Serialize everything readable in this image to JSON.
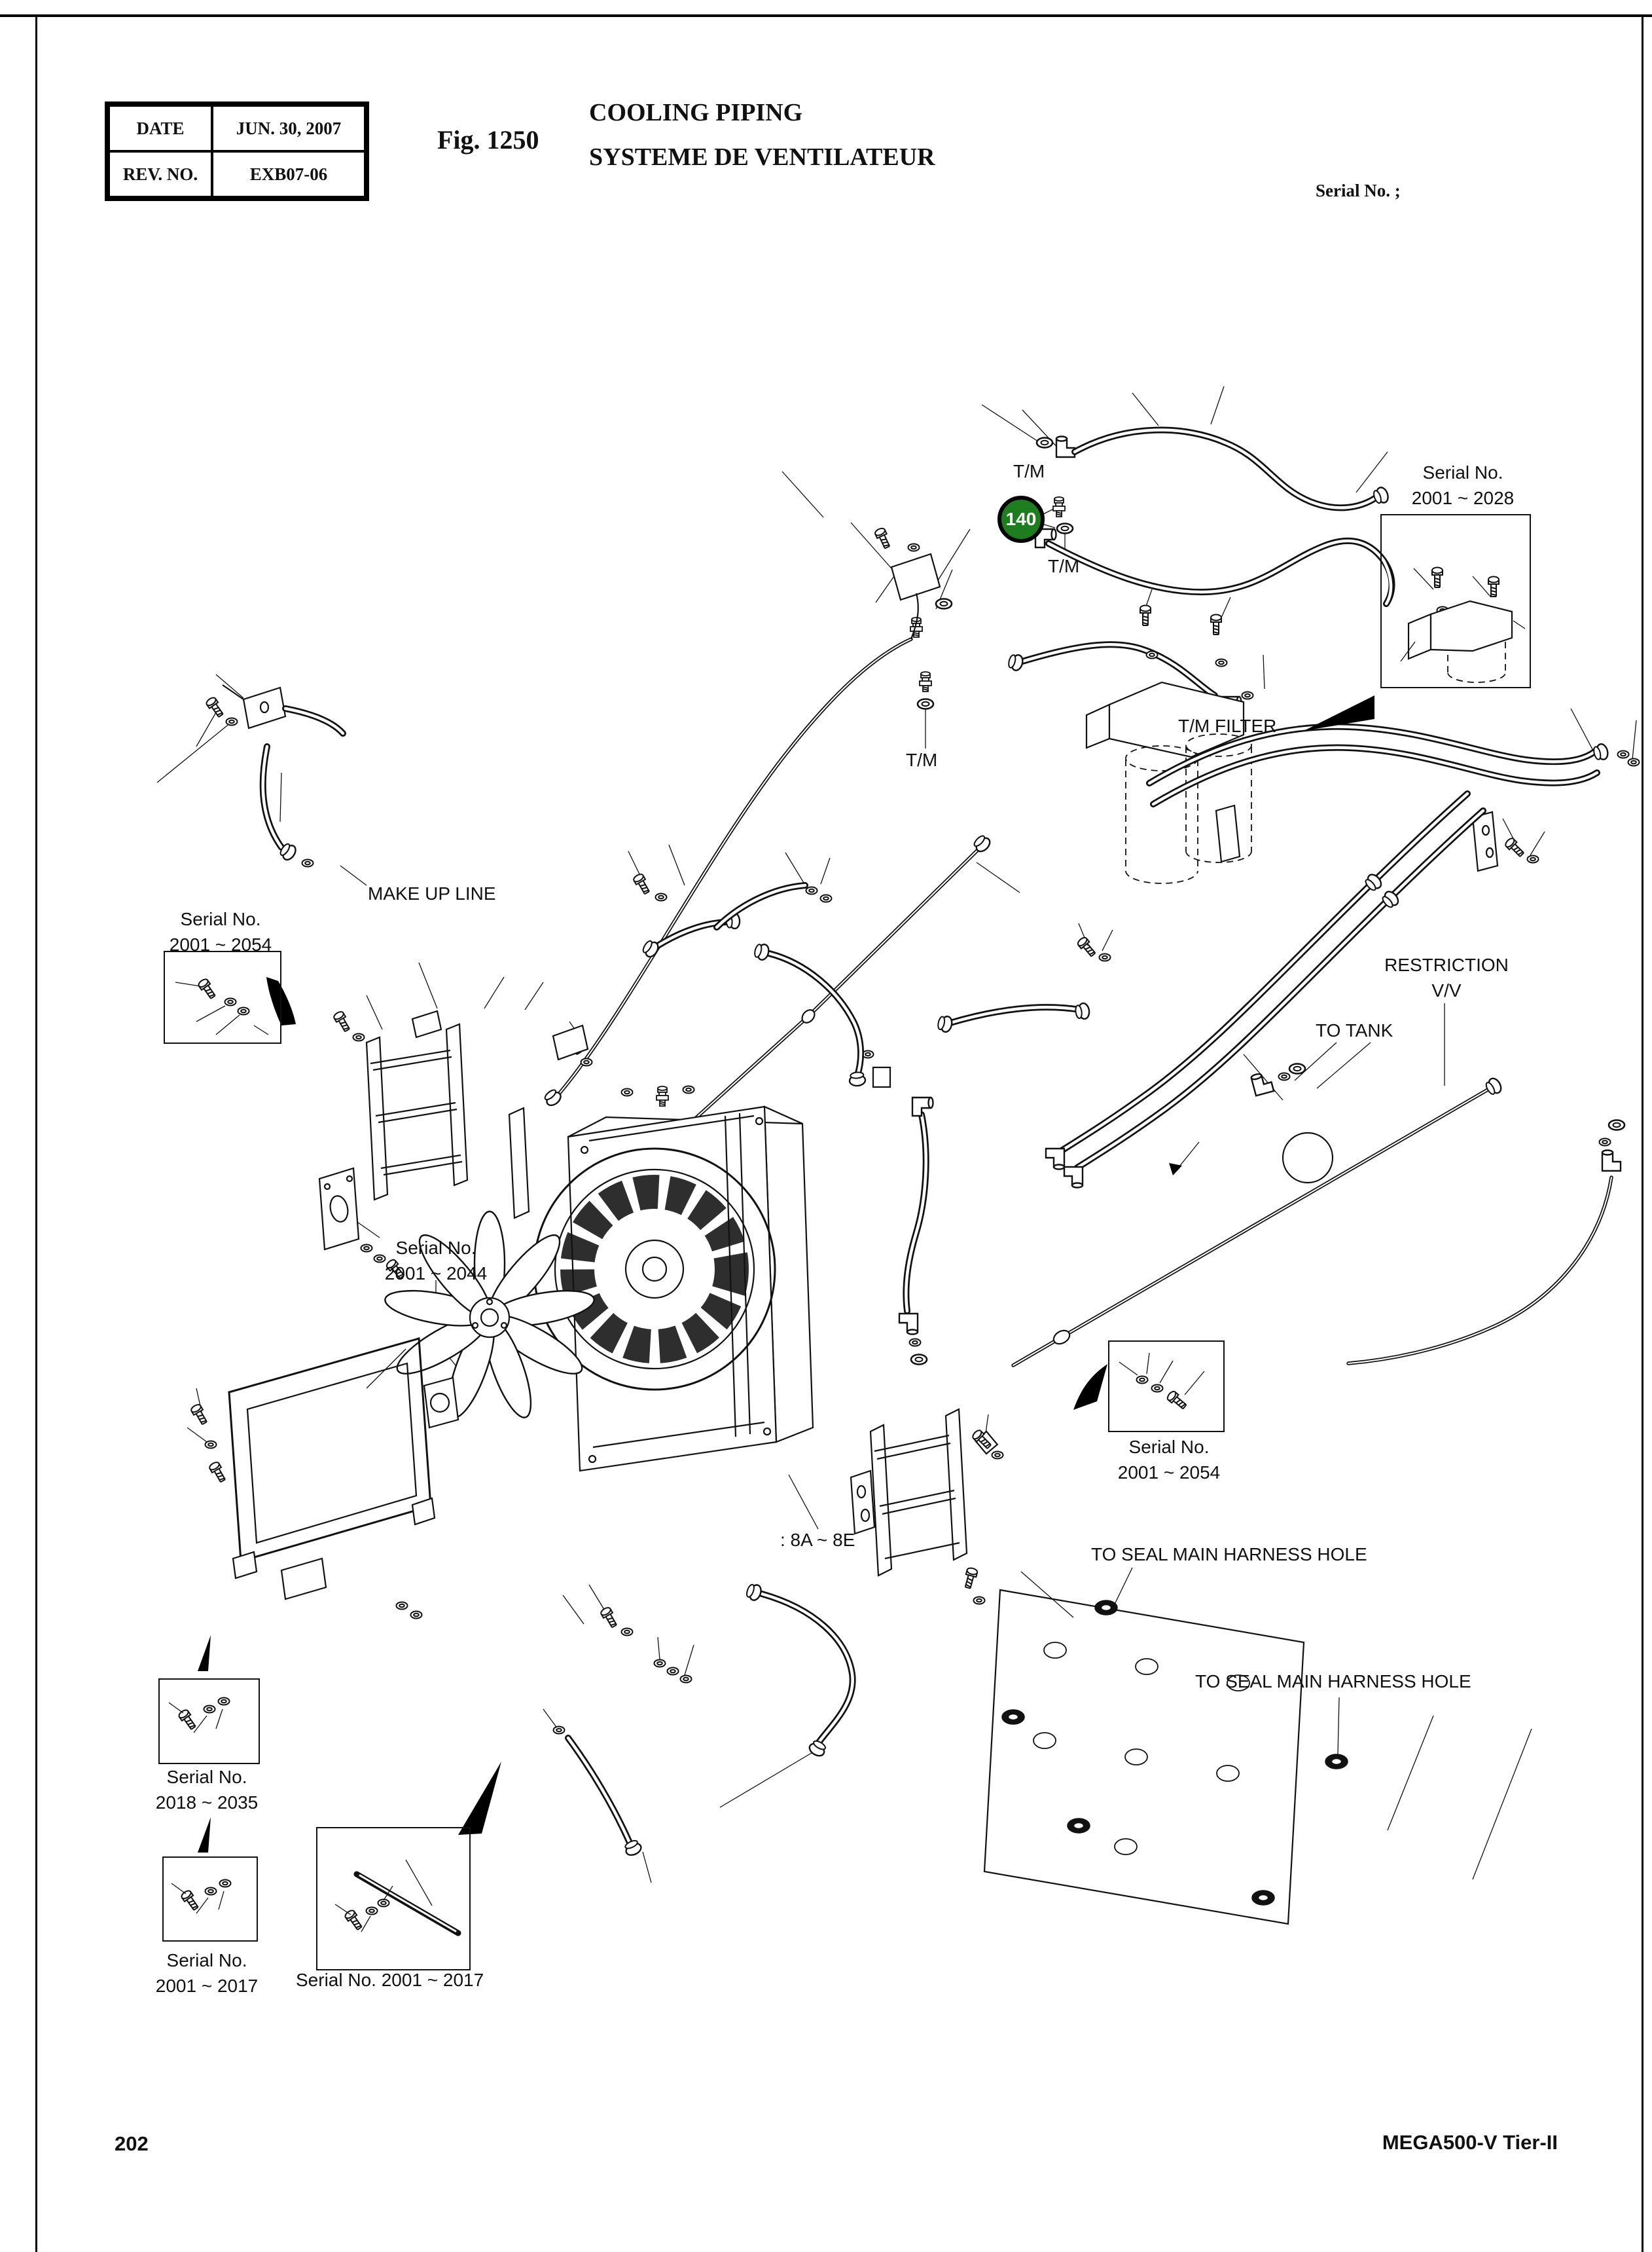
{
  "header": {
    "info_table": {
      "rows": [
        {
          "label": "DATE",
          "value": "JUN. 30, 2007"
        },
        {
          "label": "REV. NO.",
          "value": "EXB07-06"
        }
      ]
    },
    "figure_no": "Fig. 1250",
    "title_en": "COOLING PIPING",
    "title_fr": "SYSTEME DE VENTILATEUR",
    "serial_note": "Serial No. ;"
  },
  "badge": {
    "number": "140",
    "color": "#1e7d1f"
  },
  "labels": {
    "tm_top": "T/M",
    "tm_mid": "T/M",
    "tm_lower": "T/M",
    "tm_filter": "T/M FILTER",
    "make_up_line": "MAKE UP LINE",
    "restriction_line1": "RESTRICTION",
    "restriction_line2": "V/V",
    "to_tank": "TO TANK",
    "range_8a_8e": ": 8A ~ 8E",
    "harness_hole_1": "TO SEAL MAIN HARNESS HOLE",
    "harness_hole_2": "TO SEAL MAIN HARNESS HOLE"
  },
  "serial_callouts": {
    "sn_2028": {
      "line1": "Serial No.",
      "line2": "2001 ~ 2028"
    },
    "sn_2054_left": {
      "line1": "Serial No.",
      "line2": "2001 ~ 2054"
    },
    "sn_2044": {
      "line1": "Serial No.",
      "line2": "2001 ~ 2044"
    },
    "sn_2054_right": {
      "line1": "Serial No.",
      "line2": "2001 ~ 2054"
    },
    "sn_2035": {
      "line1": "Serial No.",
      "line2": "2018 ~ 2035"
    },
    "sn_2017_left": {
      "line1": "Serial No.",
      "line2": "2001 ~ 2017"
    },
    "sn_2017_bottom": "Serial No. 2001 ~ 2017"
  },
  "footer": {
    "page_number": "202",
    "model": "MEGA500-V Tier-II"
  }
}
